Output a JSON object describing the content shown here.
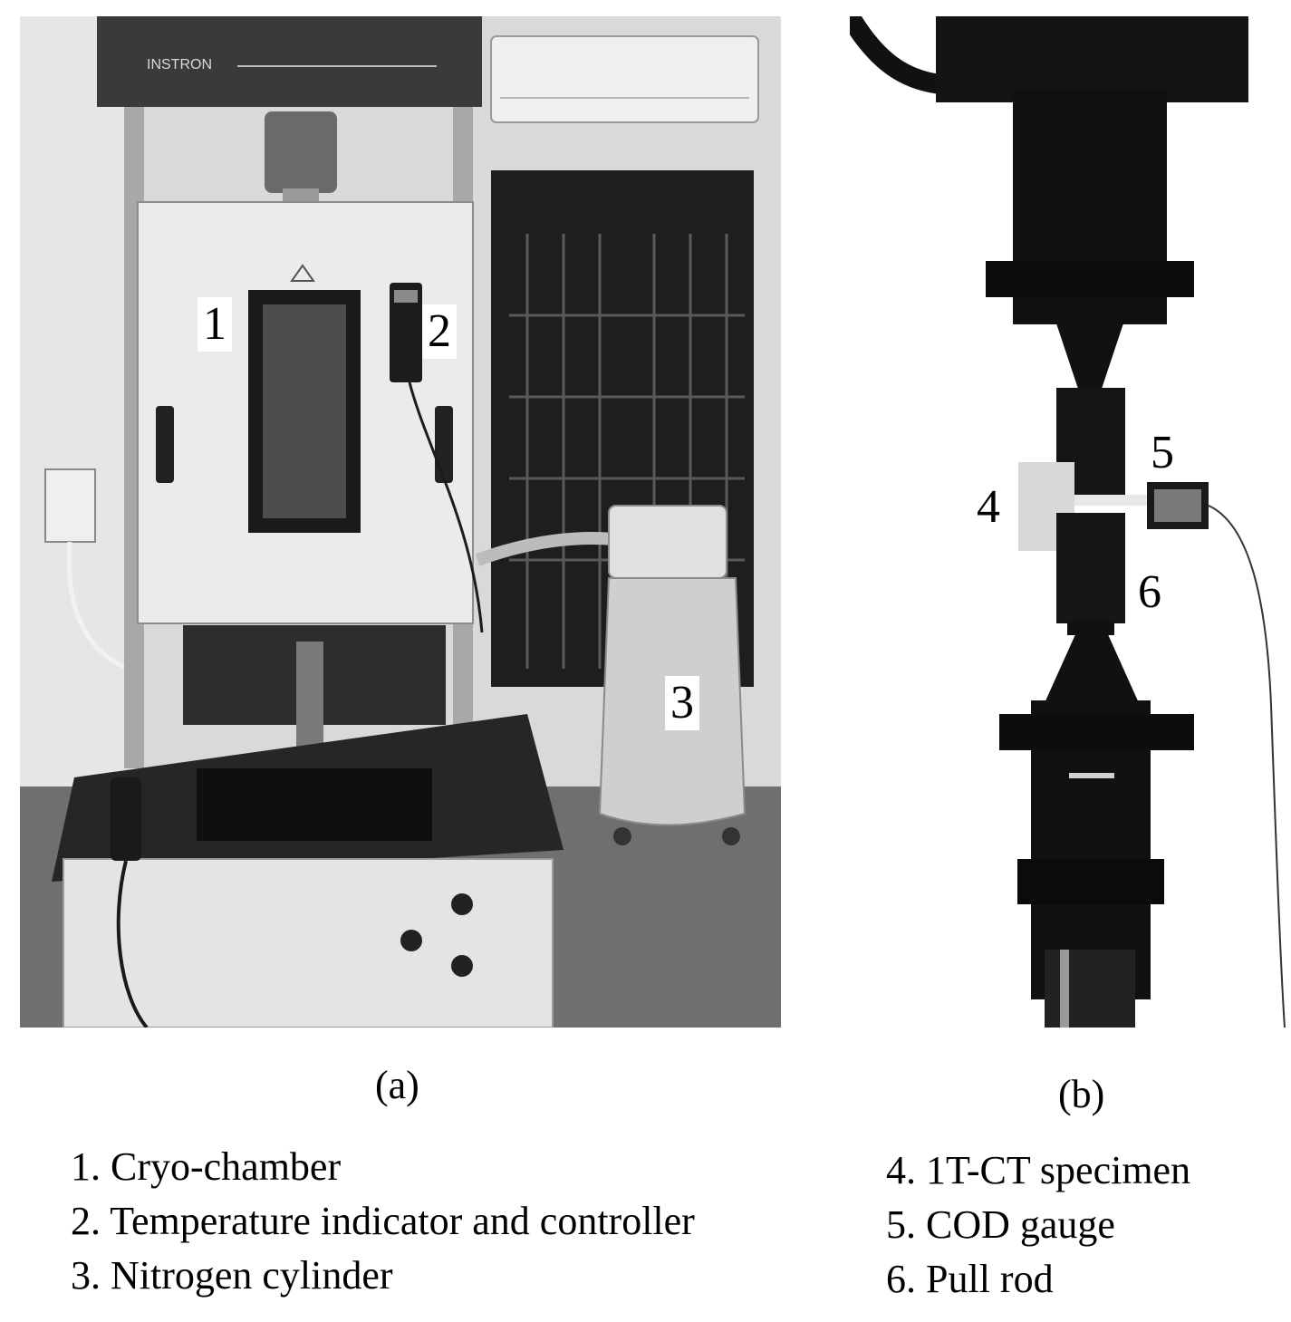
{
  "panels": {
    "a": {
      "caption": "(a)",
      "markers": [
        "1",
        "2",
        "3"
      ],
      "brand_text": "INSTRON"
    },
    "b": {
      "caption": "(b)",
      "markers": [
        "4",
        "5",
        "6"
      ]
    }
  },
  "legend_left": [
    "1.  Cryo-chamber",
    "2. Temperature indicator and controller",
    "3. Nitrogen cylinder"
  ],
  "legend_right": [
    "4. 1T-CT specimen",
    "5. COD gauge",
    "6. Pull rod"
  ]
}
